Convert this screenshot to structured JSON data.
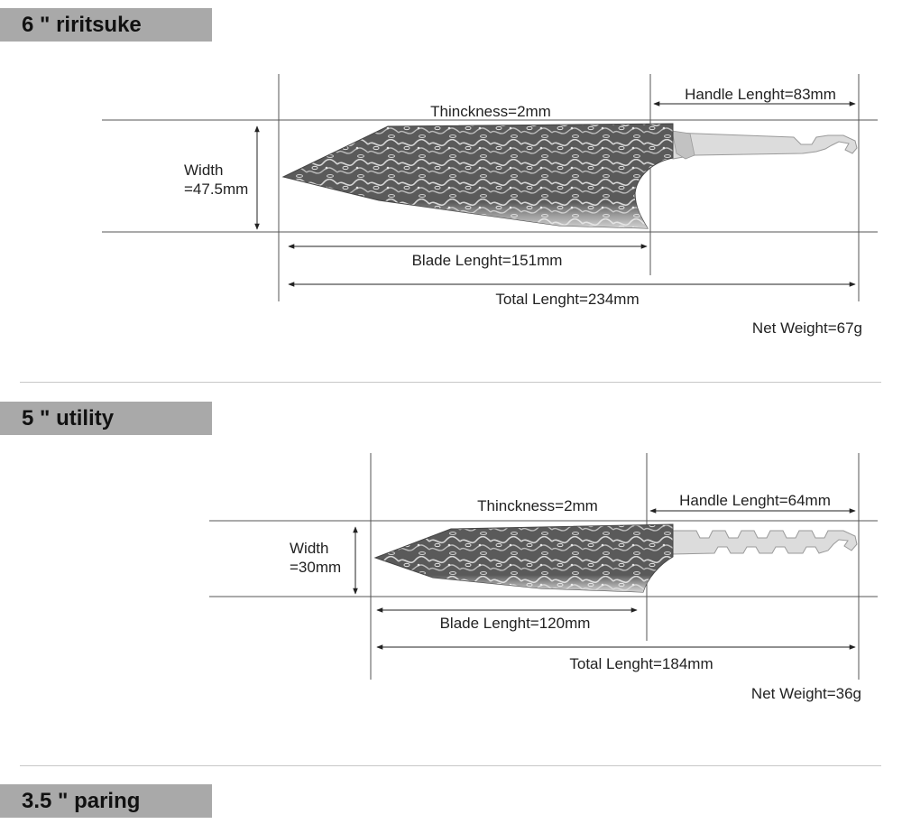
{
  "sections": [
    {
      "title": "6 \" riritsuke",
      "width_label_1": "Width",
      "width_label_2": "=47.5mm",
      "thickness": "Thinckness=2mm",
      "handle_length": "Handle Lenght=83mm",
      "blade_length": "Blade Lenght=151mm",
      "total_length": "Total Lenght=234mm",
      "net_weight": "Net Weight=67g"
    },
    {
      "title": "5 \" utility",
      "width_label_1": "Width",
      "width_label_2": "=30mm",
      "thickness": "Thinckness=2mm",
      "handle_length": "Handle Lenght=64mm",
      "blade_length": "Blade Lenght=120mm",
      "total_length": "Total Lenght=184mm",
      "net_weight": "Net Weight=36g"
    },
    {
      "title": "3.5 \" paring"
    }
  ],
  "colors": {
    "header_bg": "#a9a9a9",
    "damascus_dark": "#4a4a4a",
    "damascus_light": "#cfcfcf",
    "tang": "#d9d9d9"
  }
}
